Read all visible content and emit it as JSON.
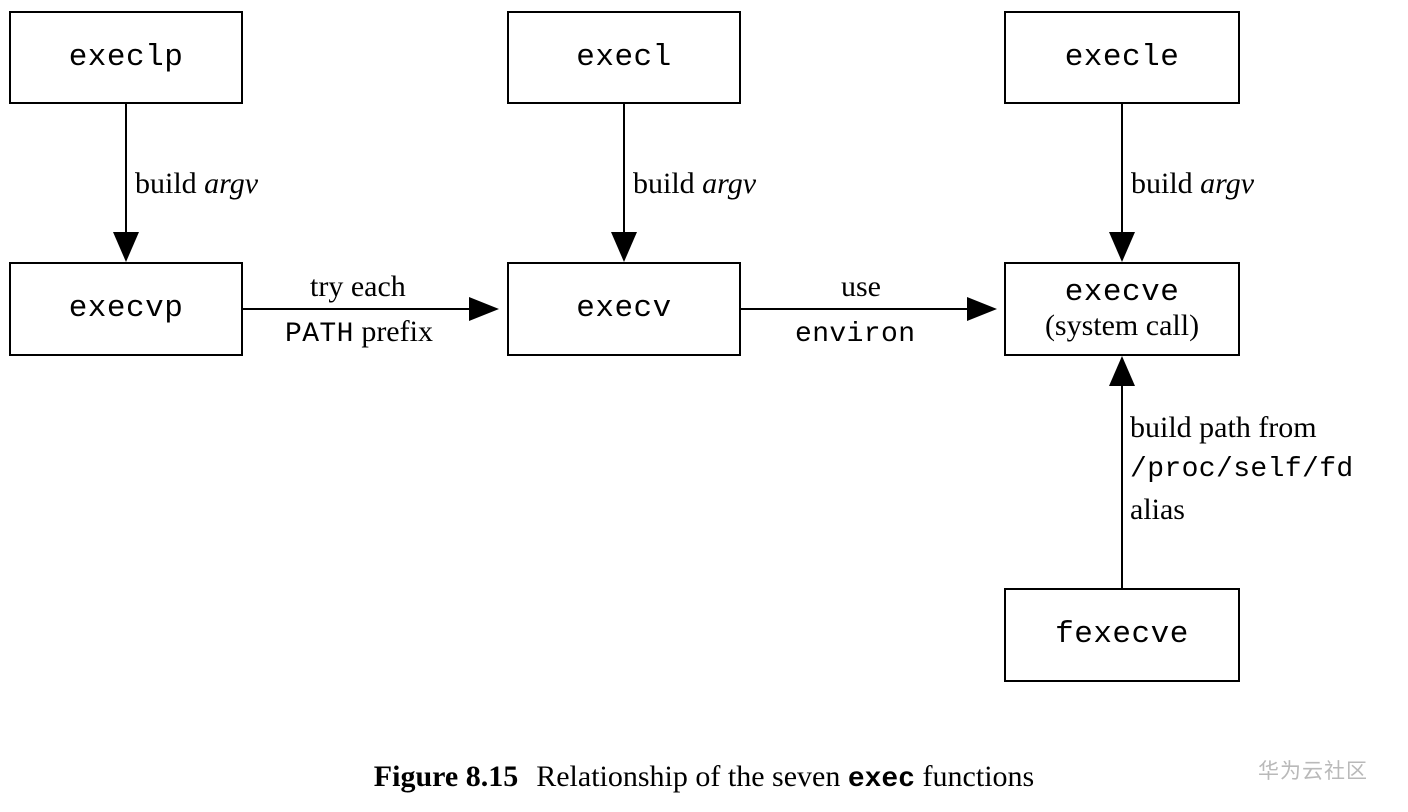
{
  "figure": {
    "caption_label": "Figure 8.15",
    "caption_text_before": "Relationship of the seven ",
    "caption_mono": "exec",
    "caption_text_after": " functions"
  },
  "watermark": {
    "text": "华为云社区",
    "color": "#b9b9b9"
  },
  "style": {
    "line_color": "#000000",
    "box_border_color": "#000000",
    "background": "#ffffff"
  },
  "nodes": [
    {
      "id": "execlp",
      "label": "execlp",
      "sub": "",
      "font": "mono"
    },
    {
      "id": "execl",
      "label": "execl",
      "sub": "",
      "font": "mono"
    },
    {
      "id": "execle",
      "label": "execle",
      "sub": "",
      "font": "mono"
    },
    {
      "id": "execvp",
      "label": "execvp",
      "sub": "",
      "font": "mono"
    },
    {
      "id": "execv",
      "label": "execv",
      "sub": "",
      "font": "mono"
    },
    {
      "id": "execve",
      "label": "execve",
      "sub": "(system call)",
      "font": "mono"
    },
    {
      "id": "fexecve",
      "label": "fexecve",
      "sub": "",
      "font": "mono"
    }
  ],
  "edges": [
    {
      "id": "execlp-to-execvp",
      "from": "execlp",
      "to": "execvp",
      "direction": "down",
      "label_line1_a": "build ",
      "label_line1_b": "argv"
    },
    {
      "id": "execl-to-execv",
      "from": "execl",
      "to": "execv",
      "direction": "down",
      "label_line1_a": "build ",
      "label_line1_b": "argv"
    },
    {
      "id": "execle-to-execve",
      "from": "execle",
      "to": "execve",
      "direction": "down",
      "label_line1_a": "build ",
      "label_line1_b": "argv"
    },
    {
      "id": "execvp-to-execv",
      "from": "execvp",
      "to": "execv",
      "direction": "right",
      "label_line1": "try each",
      "label_line2_mono": "PATH",
      "label_line2_rest": " prefix"
    },
    {
      "id": "execv-to-execve",
      "from": "execv",
      "to": "execve",
      "direction": "right",
      "label_line1": "use",
      "label_line2_mono": "environ"
    },
    {
      "id": "fexecve-to-execve",
      "from": "fexecve",
      "to": "execve",
      "direction": "up",
      "label_line1": "build path from",
      "label_line2_mono": "/proc/self/fd",
      "label_line3": "alias"
    }
  ]
}
